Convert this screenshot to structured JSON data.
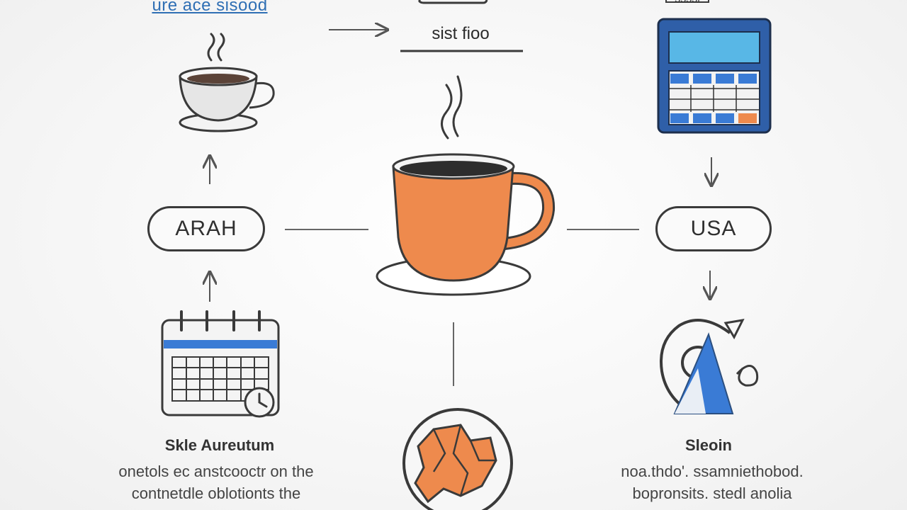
{
  "labels": {
    "top_left_link": "ure ace sisood",
    "top_center": "sist fioo",
    "top_right": "ssssi"
  },
  "nodes": {
    "left_pill": "ARAH",
    "right_pill": "USA"
  },
  "captions": {
    "left_title": "Skle Aureutum",
    "left_body": [
      "onetols ec anstcooctr on the",
      "contnetdle oblotionts the"
    ],
    "right_title": "Sleoin",
    "right_body": [
      "noa.thdo'. ssamniethobod.",
      "bopronsits. stedl anolia"
    ]
  },
  "colors": {
    "accent_orange": "#ee8a4d",
    "accent_blue": "#3a7bd5",
    "link_blue": "#2f6fb4",
    "stroke": "#3a3a3a"
  },
  "icons": [
    "coffee-cup-icon",
    "calculator-icon",
    "calendar-icon",
    "mug-icon",
    "cycle-icon",
    "globe-map-icon"
  ]
}
